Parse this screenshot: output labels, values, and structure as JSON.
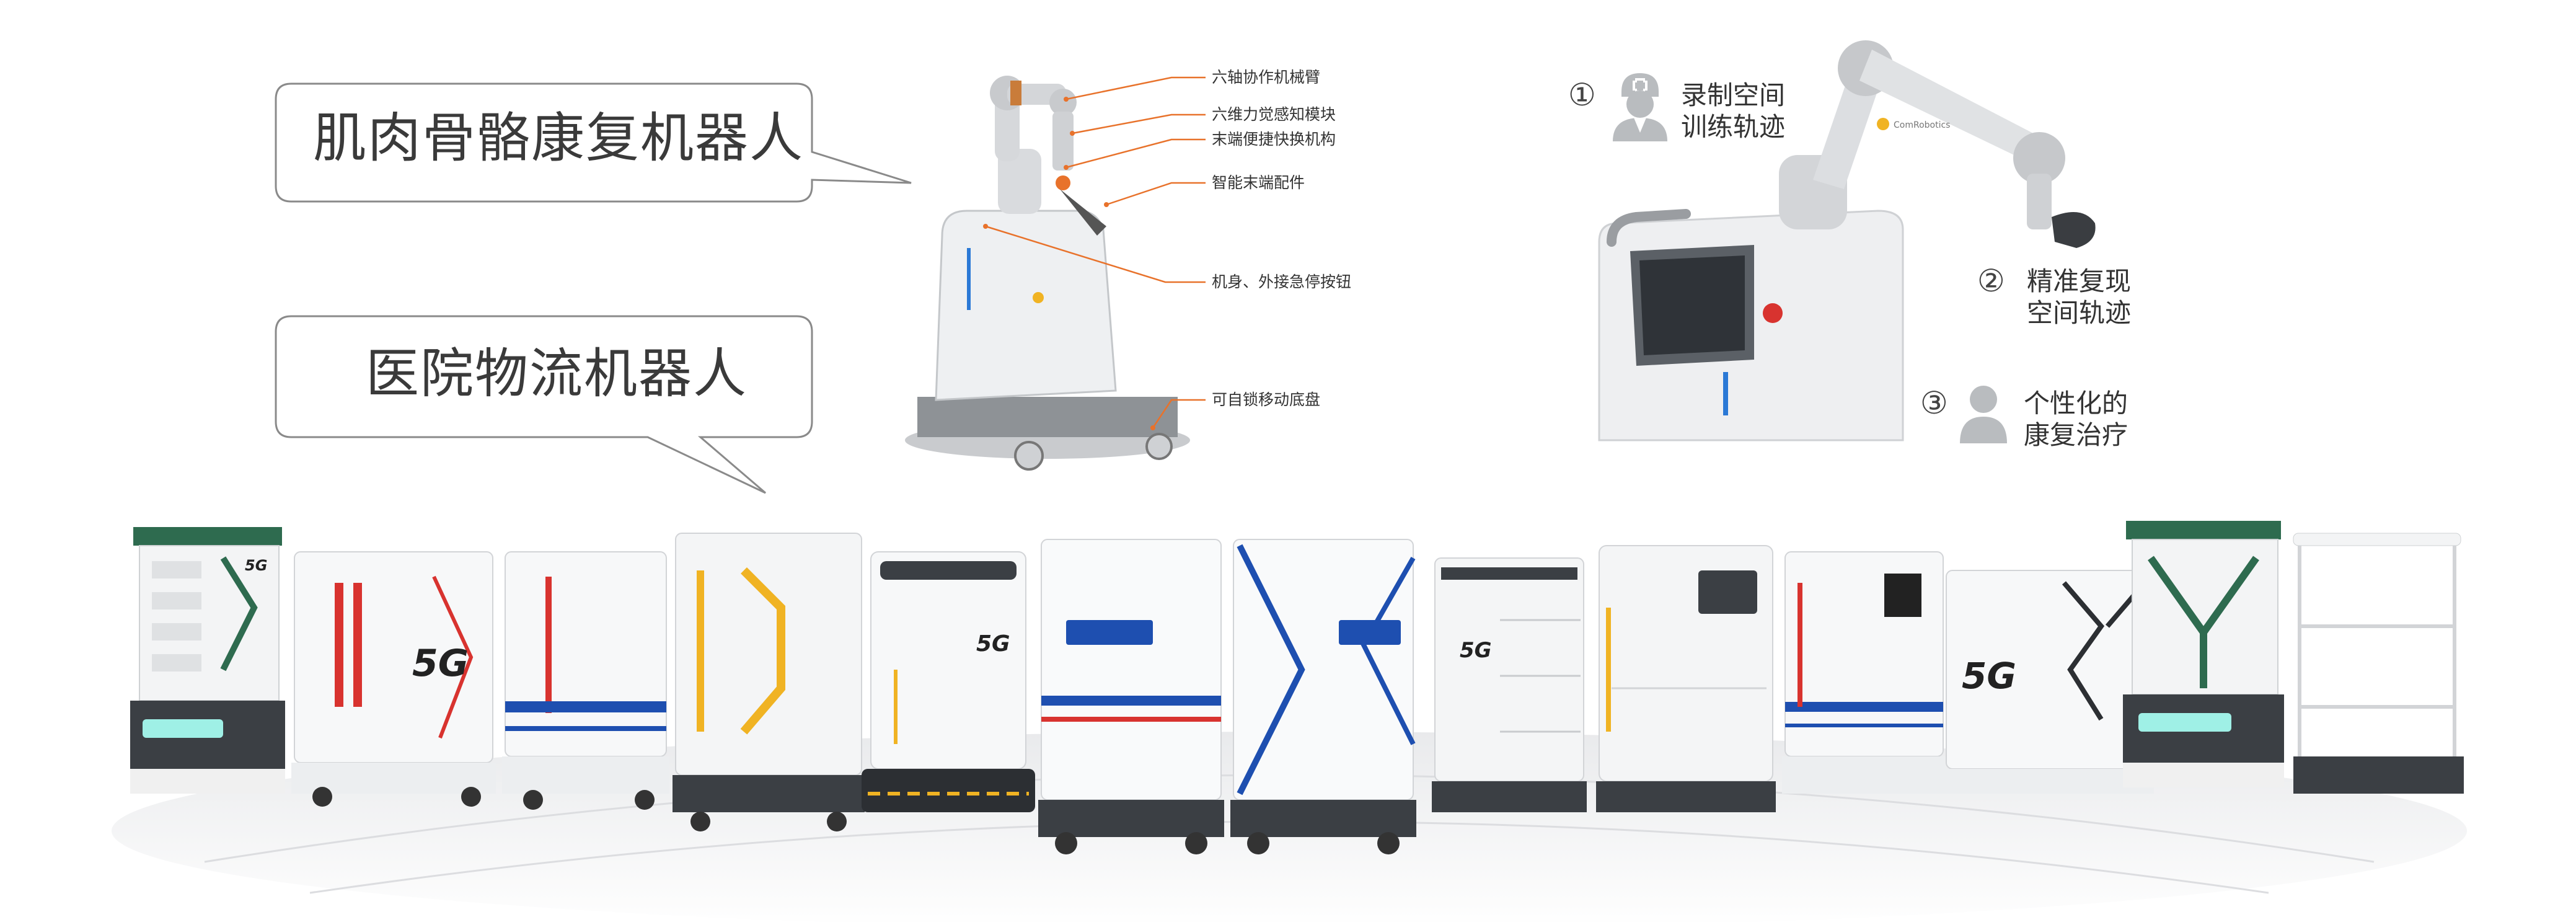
{
  "bubbles": {
    "rehab": "肌肉骨骼康复机器人",
    "logistics": "医院物流机器人"
  },
  "callouts": [
    "六轴协作机械臂",
    "六维力觉感知模块",
    "末端便捷快换机构",
    "智能末端配件",
    "机身、外接急停按钮",
    "可自锁移动底盘"
  ],
  "steps": [
    {
      "num": "①",
      "line1": "录制空间",
      "line2": "训练轨迹",
      "icon": "doctor-icon"
    },
    {
      "num": "②",
      "line1": "精准复现",
      "line2": "空间轨迹"
    },
    {
      "num": "③",
      "line1": "个性化的",
      "line2": "康复治疗",
      "icon": "patient-icon"
    }
  ],
  "badge_5g": "5G",
  "colors": {
    "accent_orange": "#e8722b",
    "robot_blue": "#1e4fb0",
    "robot_red": "#d8332f",
    "robot_yellow": "#f0b323",
    "robot_green": "#2e6b4f",
    "chassis_dark": "#3b3f44"
  }
}
